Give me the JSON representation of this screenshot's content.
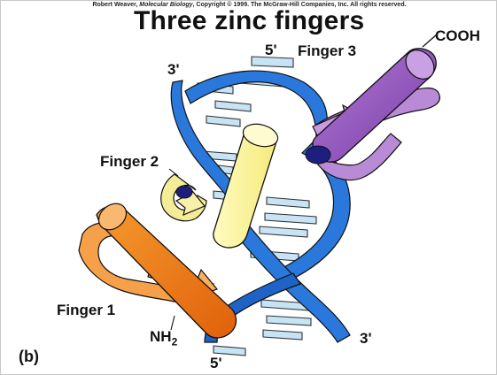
{
  "header": {
    "copyright_author": "Robert Weaver,",
    "copyright_book": "Molecular Biology",
    "copyright_rest": ", Copyright © 1999. The McGraw-Hill Companies, Inc.  All rights reserved.",
    "title": "Three zinc fingers"
  },
  "labels": {
    "finger1": "Finger 1",
    "finger2": "Finger 2",
    "finger3": "Finger 3",
    "cooh": "COOH",
    "nh": "NH",
    "nh_sub": "2",
    "panel": "(b)",
    "prime5_top": "5'",
    "prime3_top": "3'",
    "prime3_bottom": "3'",
    "prime5_bottom": "5'"
  },
  "colors": {
    "dna_backbone": "#1f6fd6",
    "dna_backbone_dark": "#0f3f95",
    "base_pair": "#bfe0f2",
    "finger1_helix": "#f07a10",
    "finger1_sheet": "#f6a04a",
    "finger2_helix": "#fbf59a",
    "finger2_sheet": "#f2e890",
    "finger3_helix": "#9a5cc0",
    "finger3_sheet": "#b98ad6",
    "zinc_pocket": "#1d1f80"
  }
}
